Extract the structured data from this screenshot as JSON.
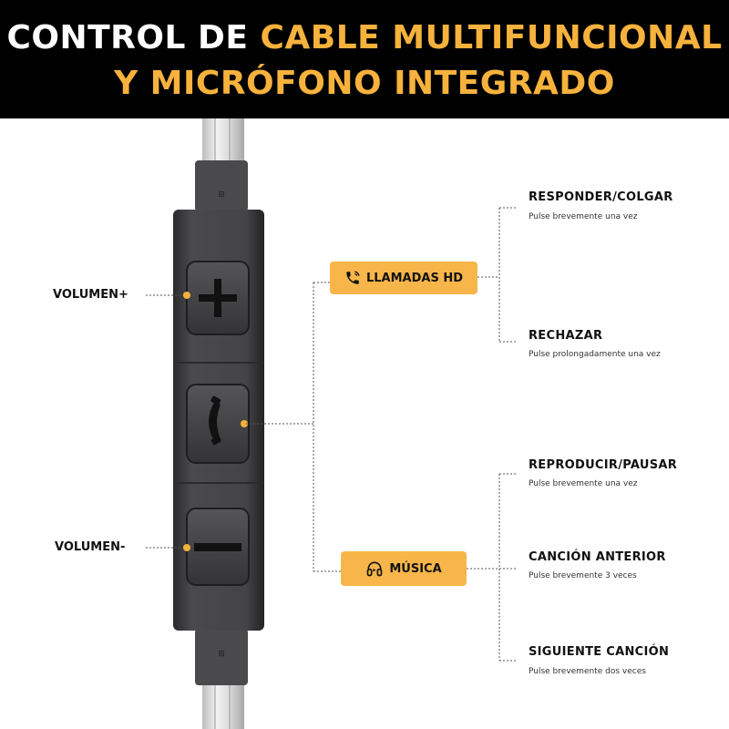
{
  "title": {
    "line1_a": "CONTROL DE ",
    "line1_b": "CABLE MULTIFUNCIONAL",
    "line2": "Y MICRÓFONO INTEGRADO"
  },
  "left_labels": {
    "volume_up": "VOLUMEN+",
    "volume_down": "VOLUMEN-"
  },
  "categories": {
    "calls": "LLAMADAS HD",
    "music": "MÚSICA"
  },
  "functions": [
    {
      "name": "RESPONDER/COLGAR",
      "detail": "Pulse brevemente una vez"
    },
    {
      "name": "RECHAZAR",
      "detail": "Pulse prolongadamente una vez"
    },
    {
      "name": "REPRODUCIR/PAUSAR",
      "detail": "Pulse brevemente una vez"
    },
    {
      "name": "CANCIÓN ANTERIOR",
      "detail": "Pulse brevemente 3 veces"
    },
    {
      "name": "SIGUIENTE CANCIÓN",
      "detail": "Pulse brevemente dos veces"
    }
  ],
  "colors": {
    "header_bg": "#000000",
    "accent": "#f6b23c",
    "pill": "#f8b64a",
    "remote_body": "#3c3c3e"
  },
  "icons": [
    "phone-icon",
    "headphone-icon",
    "plus-icon",
    "minus-icon",
    "call-button-icon"
  ]
}
